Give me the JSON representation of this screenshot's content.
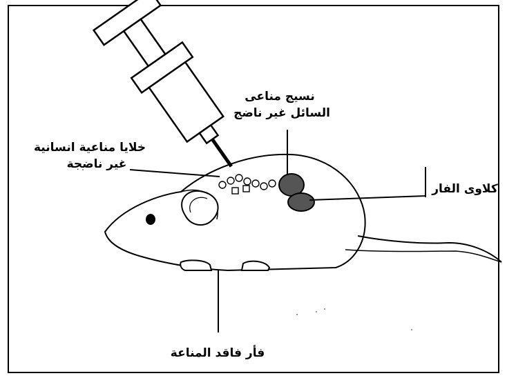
{
  "labels": {
    "immune_cells_line1": "خلايا مناعية انسانية",
    "immune_cells_line2": "غير ناضجة",
    "fetal_tissue_line1": "نسيج مناعى",
    "fetal_tissue_line2": "السائل غير ناضج",
    "mouse_kidneys": "كلاوى الفار",
    "immunodeficient_mouse": "فأر فاقد المناعة"
  },
  "colors": {
    "ink": "#000000",
    "background": "#ffffff",
    "kidney_fill": "#555555"
  }
}
